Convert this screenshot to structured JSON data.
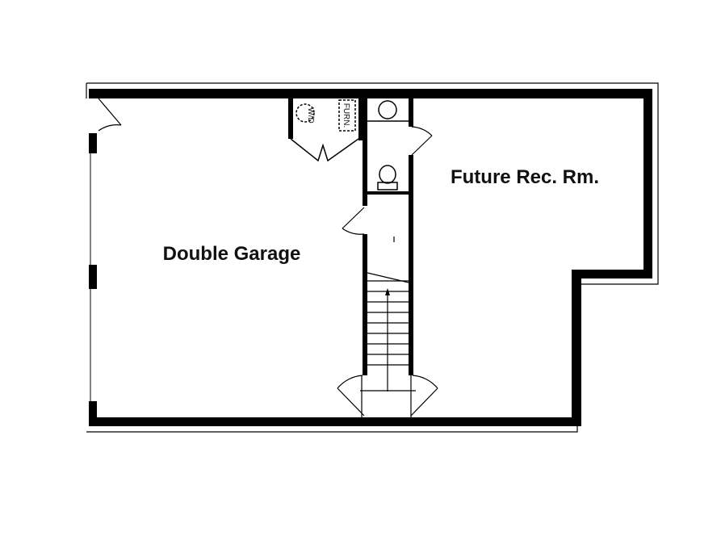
{
  "rooms": {
    "garage": "Double Garage",
    "rec_room": "Future Rec. Rm."
  },
  "fixtures": {
    "laundry": "W/D",
    "furnace": "FURN."
  },
  "colors": {
    "wall": "#000000",
    "background": "#ffffff"
  }
}
